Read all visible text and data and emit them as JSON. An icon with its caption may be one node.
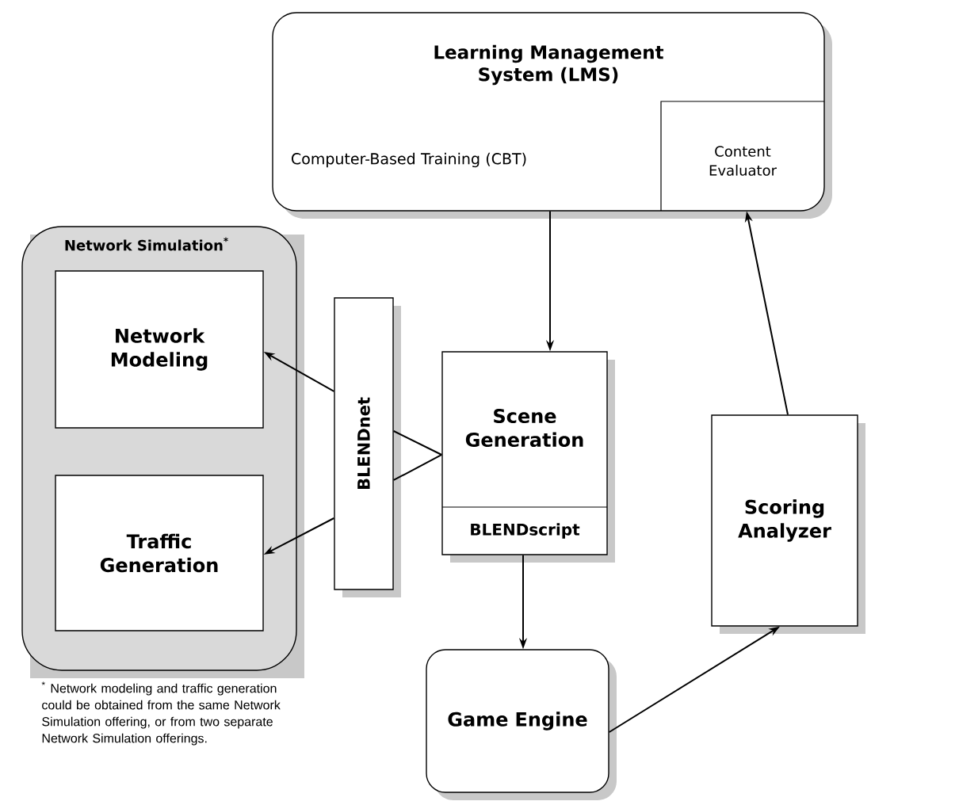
{
  "diagram": {
    "nodes": [
      {
        "text": [
          "Learning Management System (LMS)",
          "Computer-Based Training (CBT)"
        ]
      },
      {
        "text": [
          "Content Evaluator"
        ],
        "in": 0
      },
      {
        "text": [
          "Network Simulation$^{*}$"
        ]
      },
      {
        "text": [
          "Network Modeling"
        ],
        "in": 2
      },
      {
        "text": [
          "Traffic Generation"
        ],
        "in": 2
      },
      {
        "text": [
          "BLENDnet"
        ]
      },
      {
        "text": [
          "Scene Generation"
        ]
      },
      {
        "text": [
          "BLENDscript"
        ],
        "in": 6
      },
      {
        "text": [
          "Scoring Analyzer"
        ]
      },
      {
        "text": [
          "Game Engine"
        ]
      }
    ],
    "edges": [
      {
        "from": 0,
        "to": 6,
        "arrow": "to"
      },
      {
        "from": 5,
        "to": 3,
        "arrow": "to"
      },
      {
        "from": 5,
        "to": 4,
        "arrow": "to"
      },
      {
        "from": 6,
        "to": 5,
        "arrow": "none"
      },
      {
        "from": 6,
        "to": 9,
        "arrow": "to"
      },
      {
        "from": 9,
        "to": 8,
        "arrow": "to"
      },
      {
        "from": 8,
        "to": 1,
        "arrow": "to"
      }
    ],
    "labels": [
      "$^{*}$ Network modeling and traffic generation could be obtained from the same Network Simulation offering, or from two separate Network Simulation offerings."
    ]
  }
}
